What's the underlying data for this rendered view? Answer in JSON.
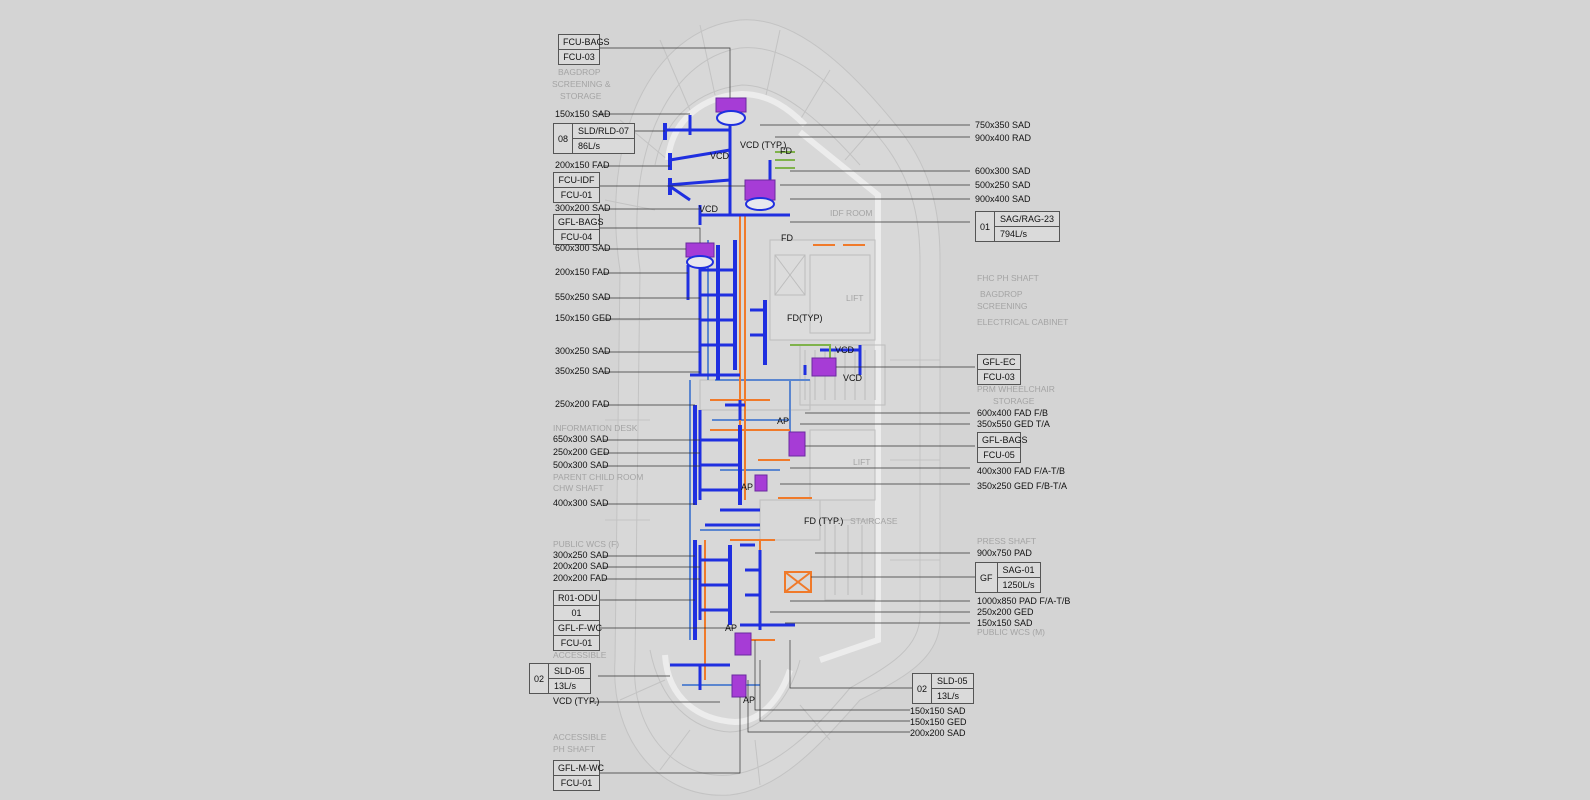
{
  "diagram": {
    "left_tags": [
      {
        "id": "fcu-bags-03",
        "line1": "FCU-BAGS",
        "line2": "FCU-03"
      },
      {
        "id": "fcu-idf-01",
        "line1": "FCU-IDF",
        "line2": "FCU-01"
      },
      {
        "id": "gfl-bags-04",
        "line1": "GFL-BAGS",
        "line2": "FCU-04"
      },
      {
        "id": "r01-odu-01",
        "line1": "R01-ODU",
        "line2": "01"
      },
      {
        "id": "gfl-f-wc-01",
        "line1": "GFL-F-WC",
        "line2": "FCU-01"
      },
      {
        "id": "gfl-m-wc-01",
        "line1": "GFL-M-WC",
        "line2": "FCU-01"
      }
    ],
    "right_tags": [
      {
        "id": "gfl-ec-03",
        "line1": "GFL-EC",
        "line2": "FCU-03"
      },
      {
        "id": "gfl-bags-05",
        "line1": "GFL-BAGS",
        "line2": "FCU-05"
      }
    ],
    "terminal_tags": [
      {
        "id": "sld-rld-07",
        "num": "08",
        "line1": "SLD/RLD-07",
        "line2": "86L/s"
      },
      {
        "id": "sag-rag-23",
        "num": "01",
        "line1": "SAG/RAG-23",
        "line2": "794L/s"
      },
      {
        "id": "sag-01",
        "num": "GF",
        "line1": "SAG-01",
        "line2": "1250L/s"
      },
      {
        "id": "sld-05-left",
        "num": "02",
        "line1": "SLD-05",
        "line2": "13L/s"
      },
      {
        "id": "sld-05-right",
        "num": "02",
        "line1": "SLD-05",
        "line2": "13L/s"
      }
    ],
    "left_labels": [
      "150x150 SAD",
      "200x150 FAD",
      "300x200 SAD",
      "600x300 SAD",
      "200x150 FAD",
      "550x250 SAD",
      "150x150 GED",
      "300x250 SAD",
      "350x250 SAD",
      "250x200 FAD",
      "650x300 SAD",
      "250x200 GED",
      "500x300 SAD",
      "400x300 SAD",
      "300x250 SAD",
      "200x200 SAD",
      "200x200 FAD",
      "VCD (TYP.)"
    ],
    "right_labels": [
      "750x350 SAD",
      "900x400 RAD",
      "600x300 SAD",
      "500x250 SAD",
      "900x400 SAD",
      "600x400 FAD F/B",
      "350x550 GED T/A",
      "400x300 FAD F/A-T/B",
      "350x250 GED F/B-T/A",
      "900x750 PAD",
      "1000x850 PAD F/A-T/B",
      "250x200 GED",
      "150x150 SAD"
    ],
    "bottom_labels": [
      "150x150 SAD",
      "150x150 GED",
      "200x200 SAD"
    ],
    "inline_labels": [
      "VCD (TYP.)",
      "VCD",
      "FD",
      "VCD",
      "FD",
      "FD(TYP)",
      "VCD",
      "VCD",
      "AP",
      "AP",
      "FD (TYP.)",
      "AP",
      "AP"
    ],
    "room_labels": [
      "BAGDROP",
      "SCREENING &",
      "STORAGE",
      "IDF ROOM",
      "FHC PH SHAFT",
      "BAGDROP",
      "SCREENING",
      "ELECTRICAL CABINET",
      "LIFT",
      "PRM WHEELCHAIR",
      "STORAGE",
      "INFORMATION DESK",
      "LIFT",
      "PARENT CHILD ROOM",
      "CHW SHAFT",
      "STAIRCASE",
      "PUBLIC WCS (F)",
      "PRESS SHAFT",
      "PUBLIC WCS (M)",
      "ACCESSIBLE",
      "ACCESSIBLE",
      "PH SHAFT"
    ],
    "colors": {
      "background": "#d4d4d4",
      "floor_outline": "#c3c3c3",
      "floor_fill": "#d9d9d9",
      "supply_duct": "#1f2fe0",
      "return_duct": "#5b86cf",
      "fresh_air_duct": "#f07a2a",
      "fcu_unit": "#a63cd6",
      "green_duct": "#7fb24b",
      "leader_line": "#333333"
    }
  }
}
